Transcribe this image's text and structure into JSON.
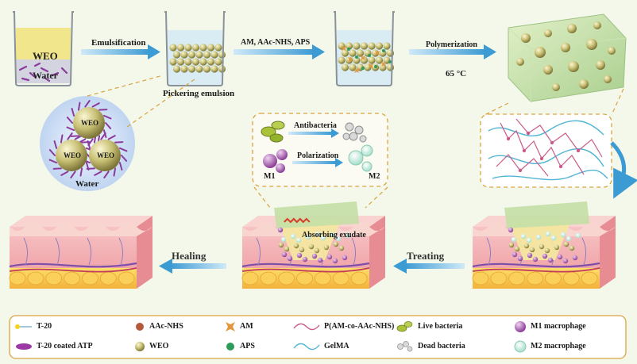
{
  "labels": {
    "wo_left": "WEO",
    "wo_right": "Water",
    "emulsification": "Emulsification",
    "pickering": "Pickering emulsion",
    "reagents": "AM, AAc-NHS, APS",
    "polymerization": "Polymerization",
    "temperature": "65 °C",
    "droplet_weo_1": "WEO",
    "droplet_weo_2": "WEO",
    "droplet_weo_3": "WEO",
    "droplet_water": "Water",
    "antibacteria": "Antibacteria",
    "polarization": "Polarization",
    "m1": "M1",
    "m2": "M2",
    "absorbing": "Absorbing exudate",
    "healing": "Healing",
    "treating": "Treating"
  },
  "legend": [
    {
      "key": "t20",
      "label": "T-20"
    },
    {
      "key": "aacnhs",
      "label": "AAc-NHS"
    },
    {
      "key": "am",
      "label": "AM"
    },
    {
      "key": "pam",
      "label": "P(AM-co-AAc-NHS)"
    },
    {
      "key": "live",
      "label": "Live bacteria"
    },
    {
      "key": "m1mac",
      "label": "M1 macrophage"
    },
    {
      "key": "t20atp",
      "label": "T-20 coated ATP"
    },
    {
      "key": "weo",
      "label": "WEO"
    },
    {
      "key": "aps",
      "label": "APS"
    },
    {
      "key": "gelma",
      "label": "GelMA"
    },
    {
      "key": "dead",
      "label": "Dead bacteria"
    },
    {
      "key": "m2mac",
      "label": "M2 macrophage"
    }
  ],
  "colors": {
    "arrow": "#4aa3d8",
    "weo": "#c9c27a",
    "oil": "#f2e68c",
    "skin": "#f3b9ba",
    "dashed": "#d9a441"
  }
}
